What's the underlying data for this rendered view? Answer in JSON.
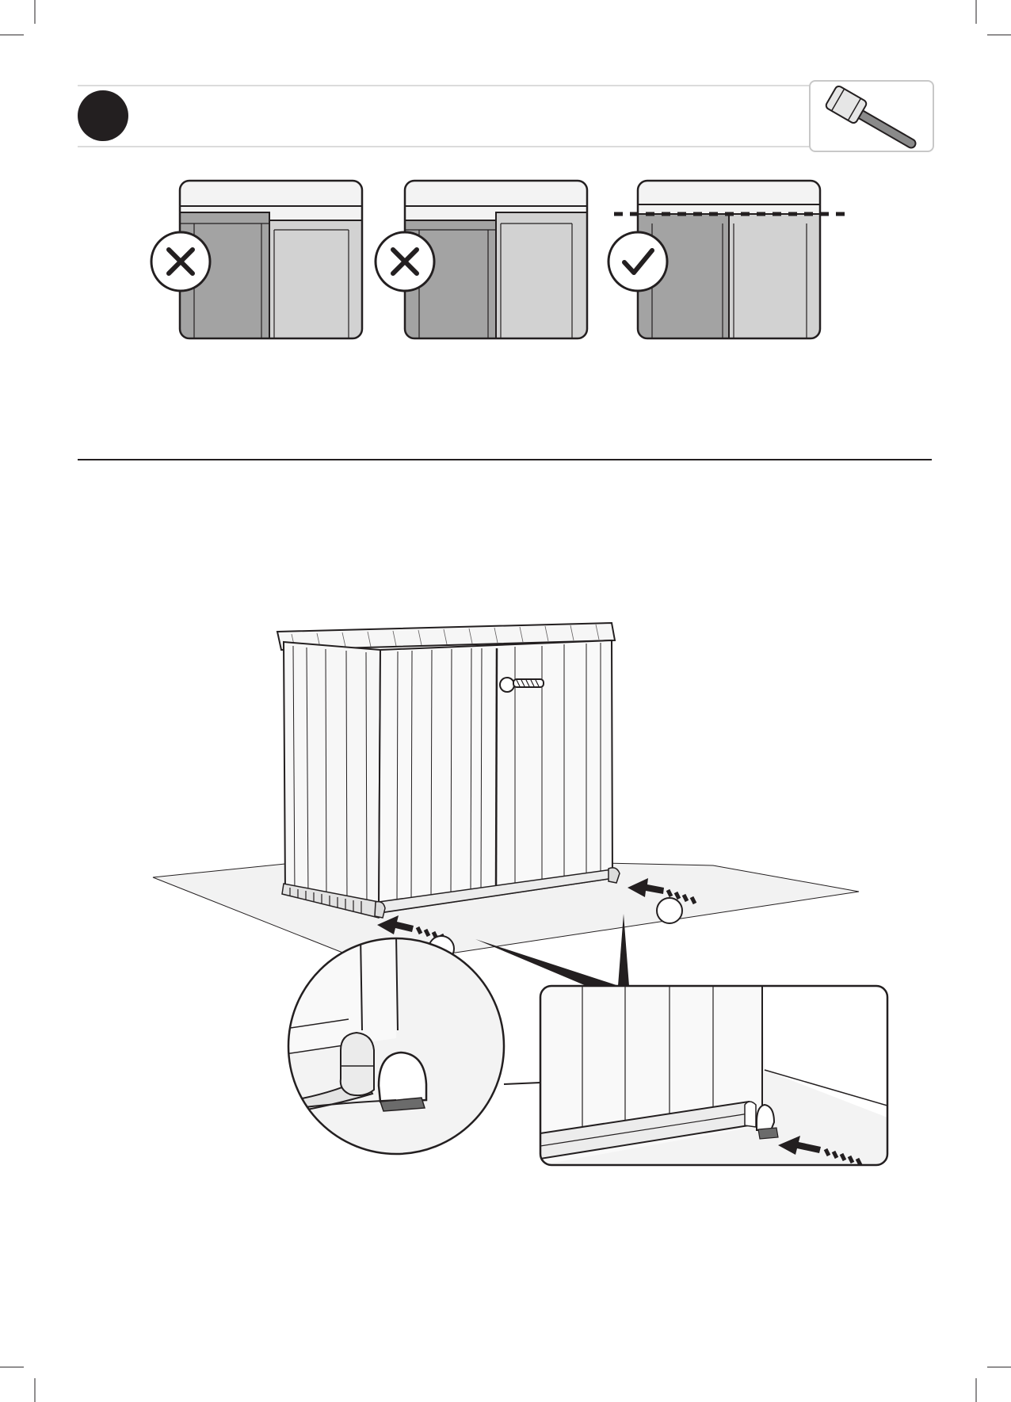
{
  "page": {
    "background": "#ffffff",
    "ink": "#231f20",
    "panel_fill": "#f1f1f1"
  },
  "step_header": {
    "step_marker": "filled-circle",
    "tool_icon": "mallet-icon"
  },
  "alignment_check": {
    "panels": [
      {
        "status": "incorrect",
        "icon": "cross-icon"
      },
      {
        "status": "incorrect",
        "icon": "cross-icon"
      },
      {
        "status": "correct",
        "icon": "check-icon"
      }
    ],
    "colors": {
      "left_door": "#a3a3a3",
      "right_door": "#d2d2d2",
      "frame": "#eeeeee"
    }
  },
  "main_illustration": {
    "subject": "storage-box",
    "callout_markers": 2,
    "detail_views": [
      "circle-detail-corner-wedge",
      "rect-detail-door-bottom"
    ]
  }
}
